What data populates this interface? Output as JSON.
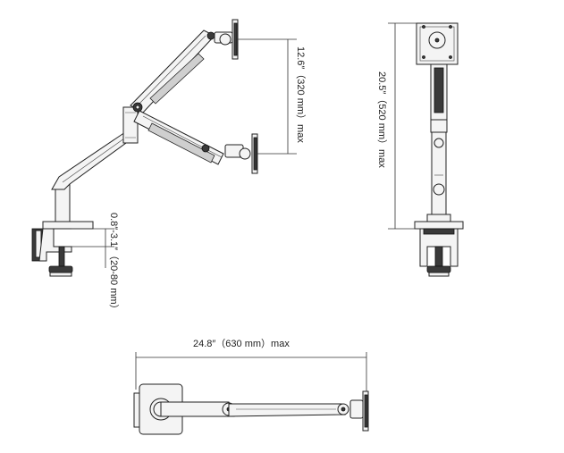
{
  "dimensions": {
    "arm_height": "12.6″（320 mm）max",
    "pole_height": "20.5″（520 mm）max",
    "clamp_range": "0.8″-3.1″（20-80 mm）",
    "reach": "24.8″（630 mm）max"
  },
  "colors": {
    "outline": "#222222",
    "fill": "#f4f4f4",
    "dark": "#3a3a3a"
  }
}
